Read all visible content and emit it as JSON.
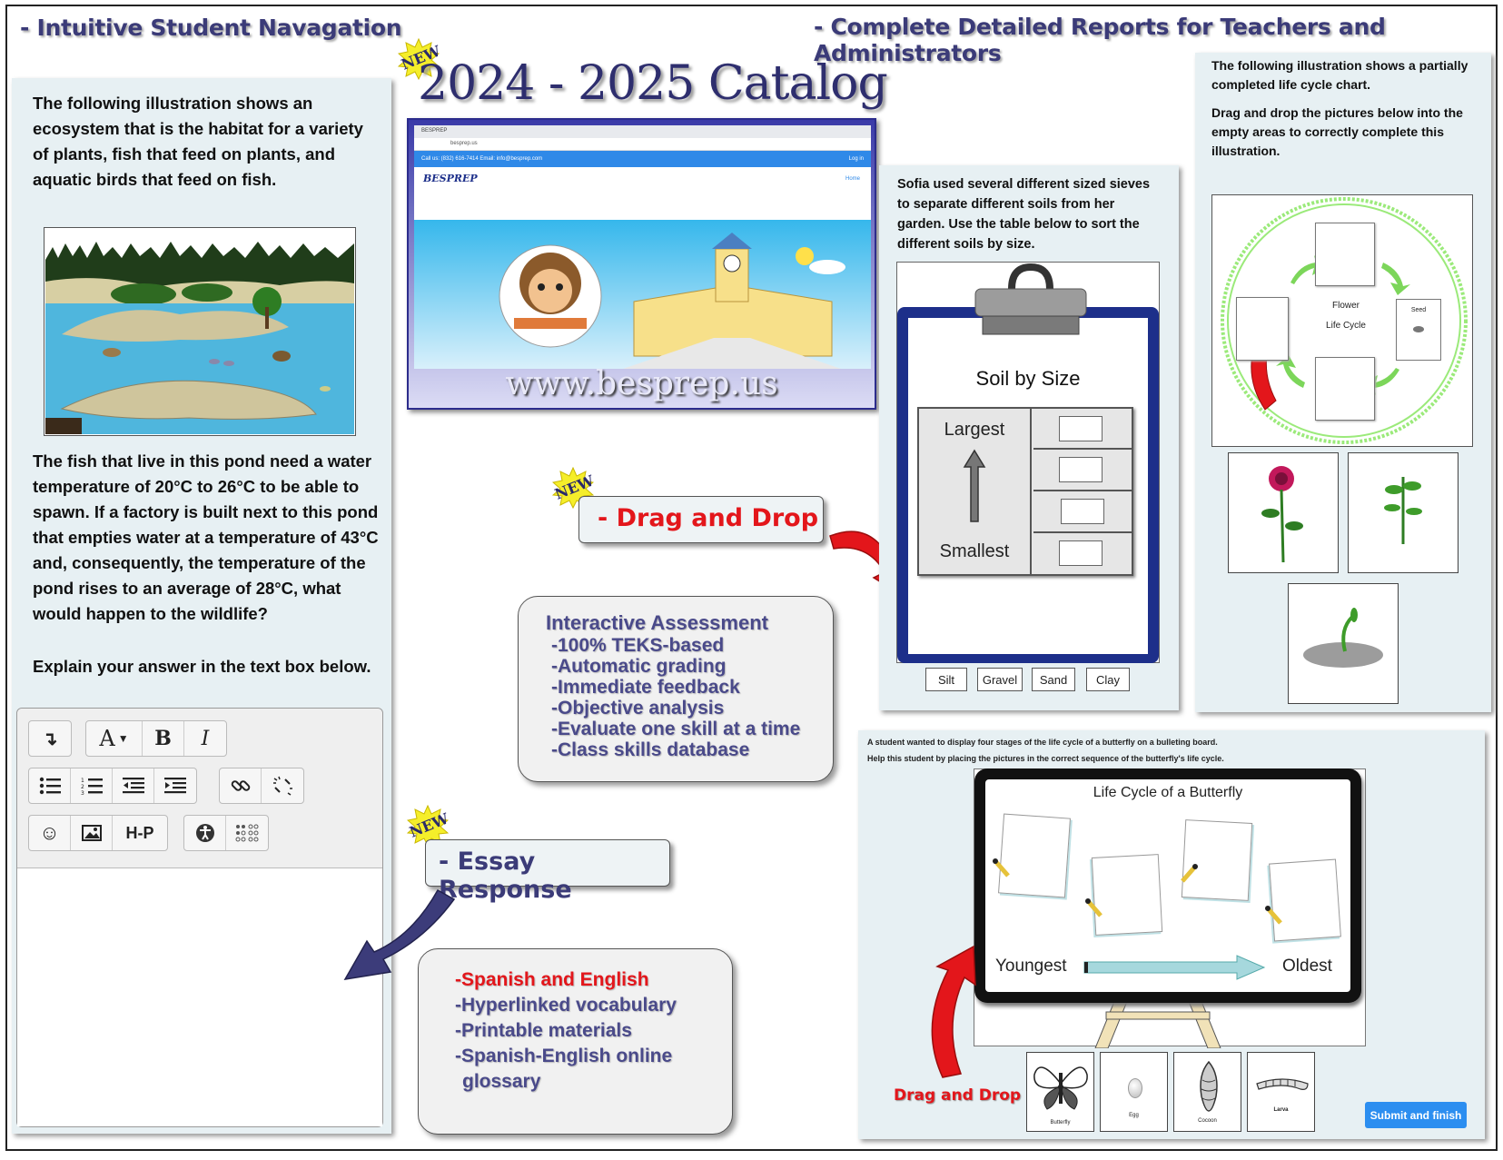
{
  "headers": {
    "left": "- Intuitive Student Navagation",
    "right": "- Complete Detailed Reports for Teachers and Administrators"
  },
  "catalog": {
    "badge": "NEW",
    "title": "2024 - 2025 Catalog",
    "website": "www.besprep.us",
    "browser": {
      "tab": "BESPREP",
      "url": "besprep.us",
      "contact": "Call us: (832) 616-7414   Email: info@besprep.com",
      "login": "Log in",
      "logo": "BESPREP",
      "nav_home": "Home"
    }
  },
  "ecosystem_question": {
    "intro": "The following illustration shows an ecosystem that is the habitat for a variety of plants, fish that feed on plants, and aquatic birds that feed on fish.",
    "body": "The fish that live in this pond need a water temperature of 20°C to 26°C to be able to spawn. If a factory is built next to this pond that empties water at a temperature of 43°C and, consequently, the temperature of the pond rises to an average of 28°C, what would happen to the wildlife?",
    "instruction": "Explain your answer in the text box below."
  },
  "editor": {
    "icons": [
      "enter-icon",
      "font-size-icon",
      "bold-icon",
      "italic-icon",
      "bullet-list-icon",
      "numbered-list-icon",
      "outdent-icon",
      "indent-icon",
      "link-icon",
      "unlink-icon",
      "emoji-icon",
      "image-icon",
      "h5p-icon",
      "accessibility-icon",
      "braille-icon"
    ],
    "font_label": "A",
    "bold_label": "B",
    "italic_label": "I",
    "h5p_label": "H-P"
  },
  "drag_drop_callout": {
    "badge": "NEW",
    "label": "- Drag and Drop"
  },
  "essay_callout": {
    "badge": "NEW",
    "label": "- Essay Response"
  },
  "interactive": {
    "title": "Interactive Assessment",
    "items": [
      "-100% TEKS-based",
      "-Automatic grading",
      "-Immediate feedback",
      "-Objective analysis",
      "-Evaluate one skill at a time",
      "-Class skills database"
    ]
  },
  "languages": {
    "highlight": "-Spanish and English",
    "items": [
      "-Hyperlinked vocabulary",
      "-Printable materials",
      "-Spanish-English online"
    ],
    "continuation": "glossary"
  },
  "soil_question": {
    "prompt": "Sofia used several different sized sieves to separate different soils from her garden. Use the table below to sort the different soils by size.",
    "clipboard_title": "Soil by Size",
    "largest": "Largest",
    "smallest": "Smallest",
    "options": [
      "Silt",
      "Gravel",
      "Sand",
      "Clay"
    ]
  },
  "life_cycle_question": {
    "prompt1": "The following illustration shows a partially completed life cycle chart.",
    "prompt2": "Drag and drop the pictures below into the empty areas to correctly complete this illustration.",
    "center_line1": "Flower",
    "center_line2": "Life Cycle",
    "seed_label": "Seed"
  },
  "butterfly_question": {
    "line1": "A student wanted to display four stages of the life cycle of a butterfly on a bulleting board.",
    "line2": "Help this student by placing the pictures in the correct sequence of the butterfly's life cycle.",
    "board_title": "Life Cycle of a Butterfly",
    "youngest": "Youngest",
    "oldest": "Oldest",
    "drag_label": "Drag and Drop",
    "cards": [
      "Butterfly",
      "Egg",
      "Cocoon",
      "Larva"
    ],
    "submit": "Submit and finish"
  },
  "colors": {
    "header_text": "#3b3b78",
    "callout_red": "#e3161b",
    "panel_bg": "#e7f0f3",
    "feature_text": "#4a4a8a",
    "clipboard_blue": "#1d2f8a",
    "submit_blue": "#2c8ef0"
  }
}
